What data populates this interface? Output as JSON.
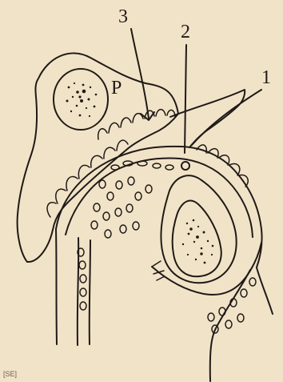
{
  "diagram": {
    "labels": {
      "one": "1",
      "two": "2",
      "three": "3",
      "p": "P"
    },
    "corner_mark": "[SE]"
  }
}
